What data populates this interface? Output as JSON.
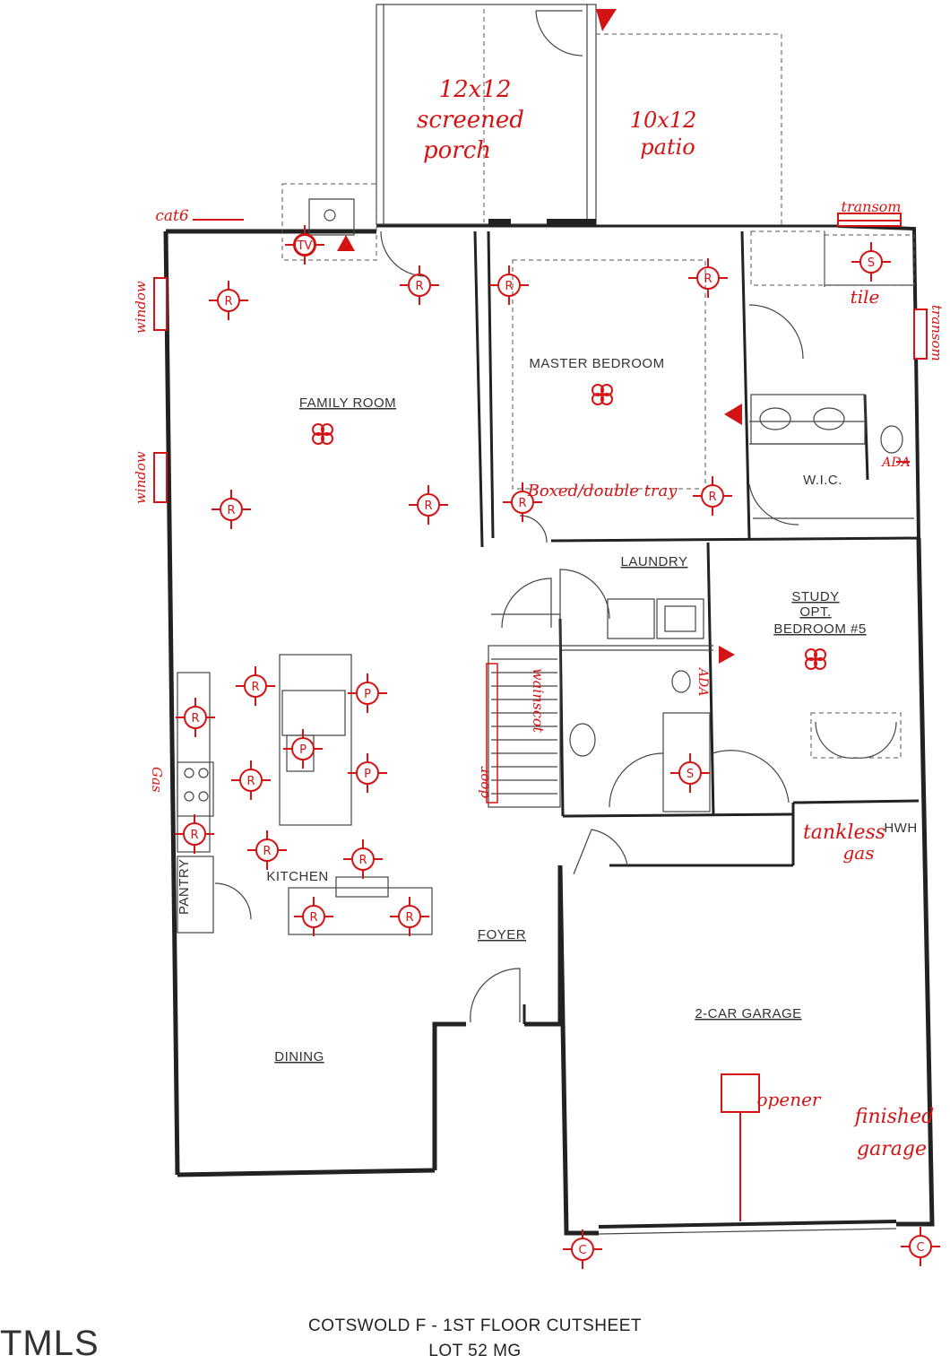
{
  "title": {
    "line1": "COTSWOLD F - 1ST FLOOR CUTSHEET",
    "line2": "LOT 52 MG"
  },
  "watermark": "TMLS",
  "rooms": {
    "family_room": "FAMILY ROOM",
    "master_bedroom": "MASTER BEDROOM",
    "wic": "W.I.C.",
    "laundry": "LAUNDRY",
    "study_line1": "STUDY",
    "study_line2": "OPT.",
    "study_line3": "BEDROOM #5",
    "kitchen": "KITCHEN",
    "pantry": "PANTRY",
    "foyer": "FOYER",
    "dining": "DINING",
    "garage": "2-CAR GARAGE",
    "hwh": "HWH"
  },
  "annotations": {
    "screened_porch_1": "12x12",
    "screened_porch_2": "screened",
    "screened_porch_3": "porch",
    "patio_1": "10x12",
    "patio_2": "patio",
    "cat6": "cat6",
    "window_1": "window",
    "window_2": "window",
    "transom_top": "transom",
    "transom_right": "transom",
    "tile": "tile",
    "boxed": "Boxed/double tray",
    "ada_1": "ADA",
    "ada_2": "ADA",
    "gas": "Gas",
    "door": "door",
    "wainscot": "wainscot",
    "tankless_1": "tankless",
    "tankless_2": "gas",
    "opener": "opener",
    "finished_1": "finished",
    "finished_2": "garage"
  },
  "fixture_symbols": {
    "recessed": "R",
    "pendant": "P",
    "smoke": "S",
    "coach": "C",
    "tv": "TV",
    "fan": "fan-icon"
  },
  "colors": {
    "markup": "#d41414",
    "lines": "#222222"
  }
}
